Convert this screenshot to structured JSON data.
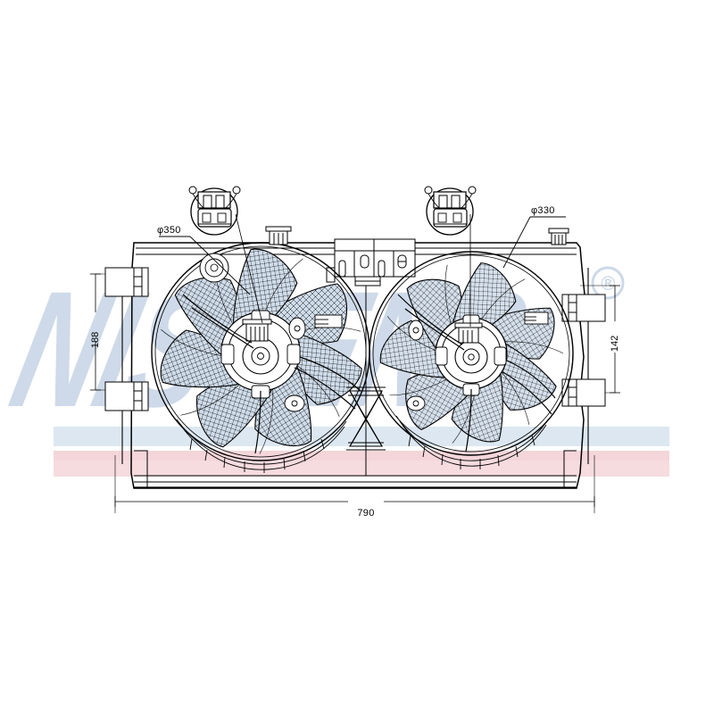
{
  "document": {
    "kind": "technical-drawing",
    "subject": "dual radiator cooling fan assembly",
    "background_color": "#ffffff",
    "line_color": "#000000"
  },
  "watermark": {
    "brand_text": "NISSENS",
    "registered_mark": "®",
    "color": "#ccd9e8",
    "band_blue_color": "#dce6f0",
    "band_pink_color": "#f6dde1",
    "band_red_color": "#f2c9cf"
  },
  "dimensions": {
    "left_height": {
      "label": "188",
      "orientation": "vertical"
    },
    "right_height": {
      "label": "142",
      "orientation": "vertical"
    },
    "bottom_width": {
      "label": "790",
      "orientation": "horizontal"
    }
  },
  "callouts": [
    {
      "id": "fan-left-diameter",
      "label": "φ350",
      "describes": "left fan blade diameter"
    },
    {
      "id": "fan-right-diameter",
      "label": "φ330",
      "describes": "right fan blade diameter"
    }
  ],
  "connectors": [
    {
      "id": "connector-left",
      "pin_count": 2,
      "describes": "left motor electrical connector"
    },
    {
      "id": "connector-right",
      "pin_count": 2,
      "describes": "right motor electrical connector"
    }
  ],
  "assembly": {
    "shroud": "fan shroud frame",
    "fan_left": {
      "blade_count": 7,
      "hub": "motor hub left"
    },
    "fan_right": {
      "blade_count": 7,
      "hub": "motor hub right"
    },
    "mounts": [
      "upper-left-bracket",
      "lower-left-bracket",
      "upper-right-bracket",
      "lower-right-bracket"
    ]
  }
}
